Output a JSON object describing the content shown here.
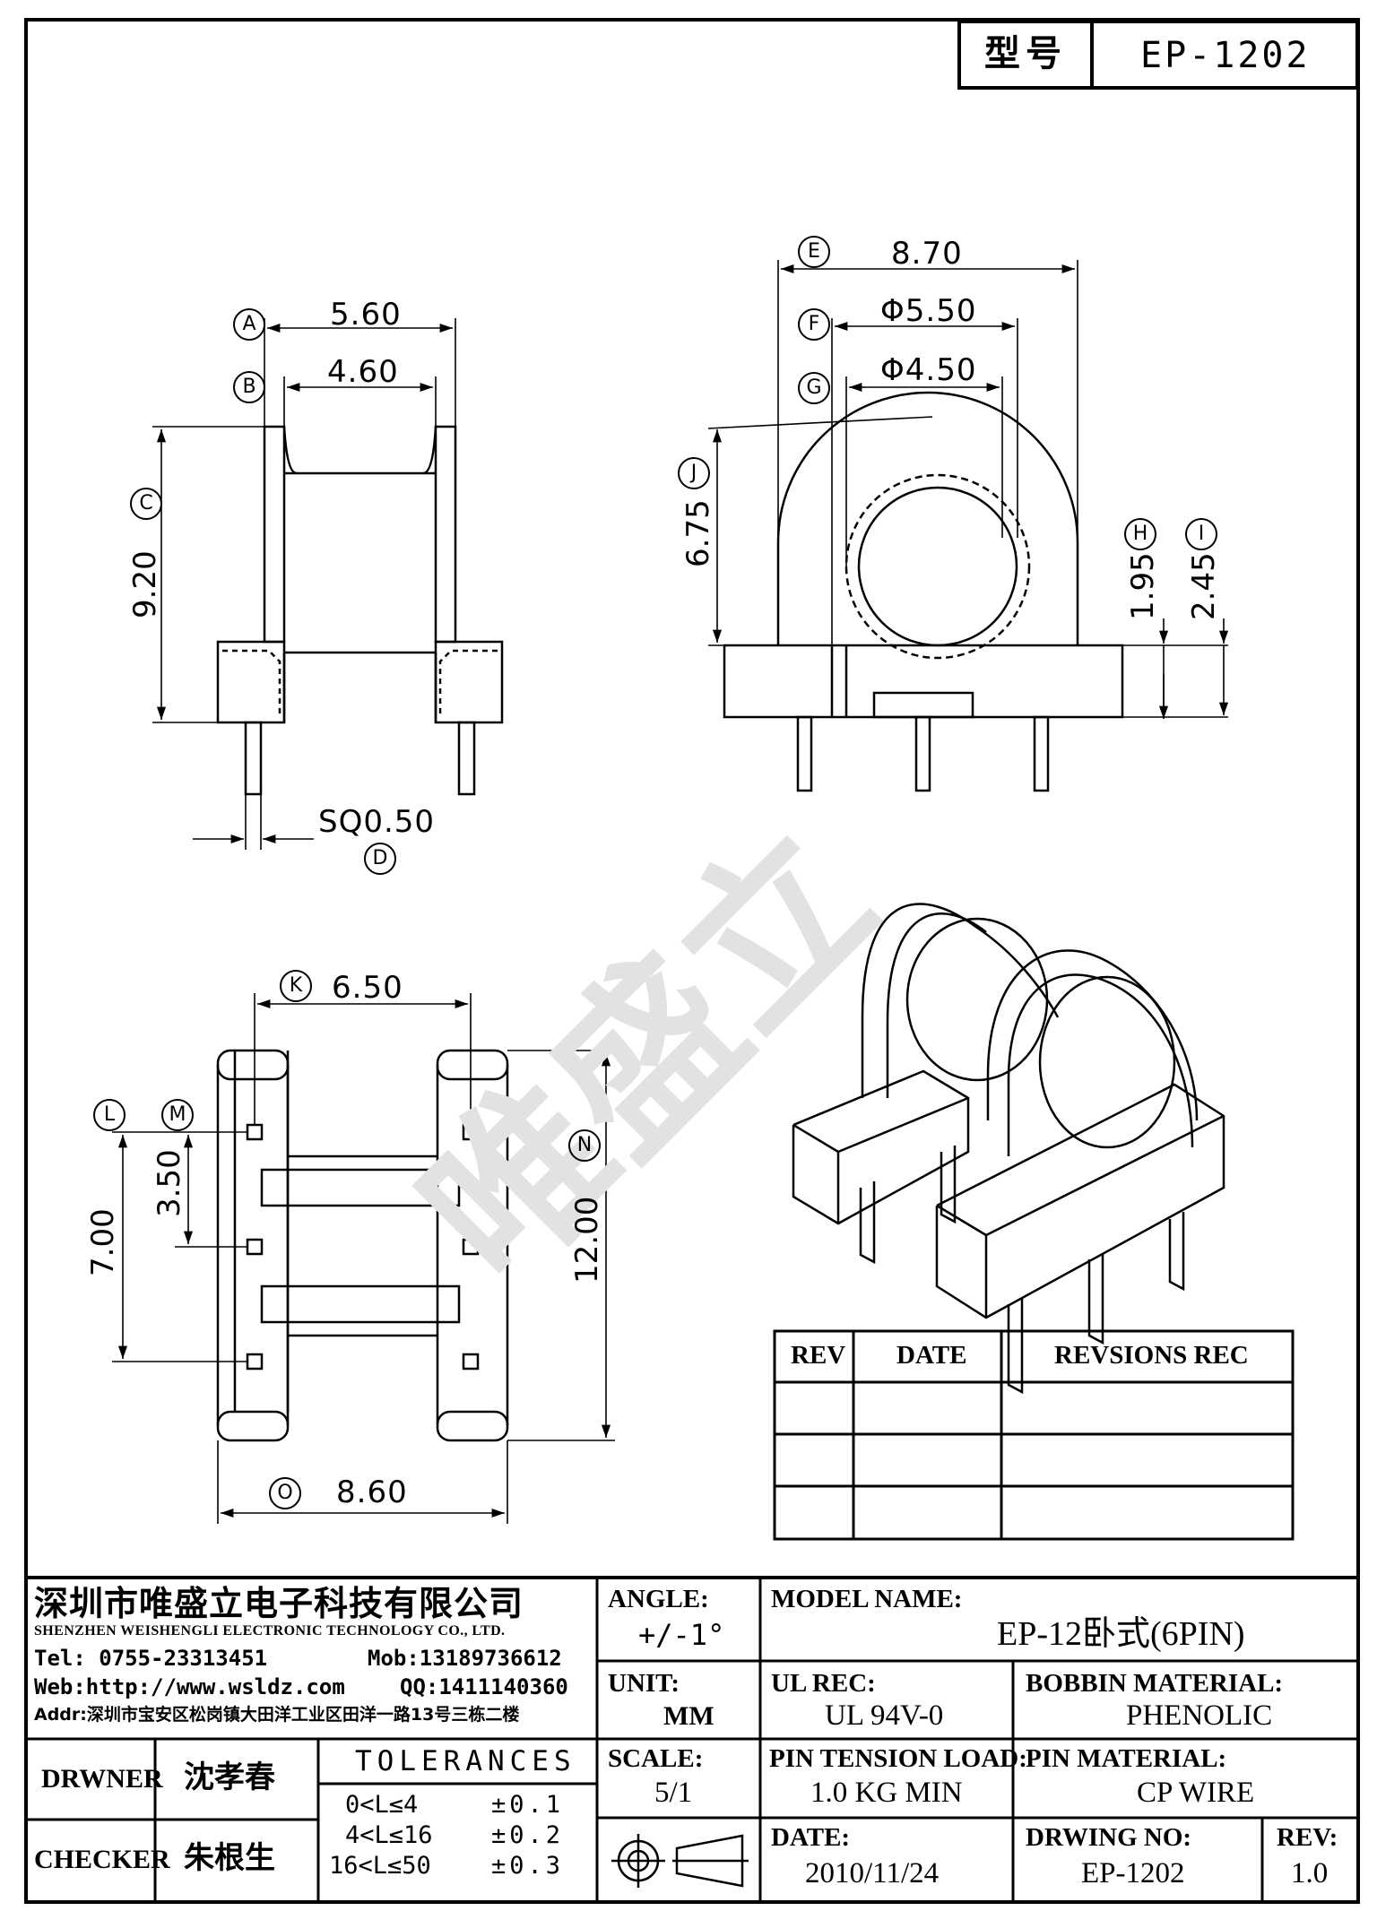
{
  "title_block": {
    "model_label": "型号",
    "model_value": "EP-1202"
  },
  "dimensions": {
    "A": {
      "label": "A",
      "value": "5.60"
    },
    "B": {
      "label": "B",
      "value": "4.60"
    },
    "C": {
      "label": "C",
      "value": "9.20"
    },
    "D": {
      "label": "D",
      "value": "SQ0.50"
    },
    "E": {
      "label": "E",
      "value": "8.70"
    },
    "F": {
      "label": "F",
      "value": "Φ5.50"
    },
    "G": {
      "label": "G",
      "value": "Φ4.50"
    },
    "H": {
      "label": "H",
      "value": "1.95"
    },
    "I": {
      "label": "I",
      "value": "2.45"
    },
    "J": {
      "label": "J",
      "value": "6.75"
    },
    "K": {
      "label": "K",
      "value": "6.50"
    },
    "L": {
      "label": "L",
      "value": "7.00"
    },
    "M": {
      "label": "M",
      "value": "3.50"
    },
    "N": {
      "label": "N",
      "value": "12.00"
    },
    "O": {
      "label": "O",
      "value": "8.60"
    }
  },
  "watermark": "唯盛立",
  "revision_table": {
    "headers": [
      "REV",
      "DATE",
      "REVSIONS REC"
    ],
    "rows": [
      [
        "",
        "",
        ""
      ],
      [
        "",
        "",
        ""
      ],
      [
        "",
        "",
        ""
      ]
    ]
  },
  "company": {
    "name_cn": "深圳市唯盛立电子科技有限公司",
    "name_en": "SHENZHEN WEISHENGLI ELECTRONIC TECHNOLOGY CO., LTD.",
    "tel": "Tel: 0755-23313451",
    "mob": "Mob:13189736612",
    "web": "Web:http://www.wsldz.com",
    "qq": "QQ:1411140360",
    "addr": "Addr:深圳市宝安区松岗镇大田洋工业区田洋一路13号三栋二楼"
  },
  "fields": {
    "angle_label": "ANGLE:",
    "angle_value": "+/-1°",
    "model_name_label": "MODEL NAME:",
    "model_name_value": "EP-12卧式(6PIN)",
    "unit_label": "UNIT:",
    "unit_value": "MM",
    "ul_rec_label": "UL REC:",
    "ul_rec_value": "UL 94V-0",
    "bobbin_material_label": "BOBBIN MATERIAL:",
    "bobbin_material_value": "PHENOLIC",
    "scale_label": "SCALE:",
    "scale_value": "5/1",
    "pin_tension_label": "PIN TENSION LOAD:",
    "pin_tension_value": "1.0 KG MIN",
    "pin_material_label": "PIN MATERIAL:",
    "pin_material_value": "CP WIRE",
    "date_label": "DATE:",
    "date_value": "2010/11/24",
    "drawing_no_label": "DRWING NO:",
    "drawing_no_value": "EP-1202",
    "rev_label": "REV:",
    "rev_value": "1.0",
    "drawer_label": "DRWNER",
    "drawer_value": "沈孝春",
    "checker_label": "CHECKER",
    "checker_value": "朱根生",
    "tolerances_label": "TOLERANCES",
    "tol_rows": [
      {
        "range": "0<L≤4",
        "tol": "±0.1"
      },
      {
        "range": "4<L≤16",
        "tol": "±0.2"
      },
      {
        "range": "16<L≤50",
        "tol": "±0.3"
      }
    ]
  }
}
